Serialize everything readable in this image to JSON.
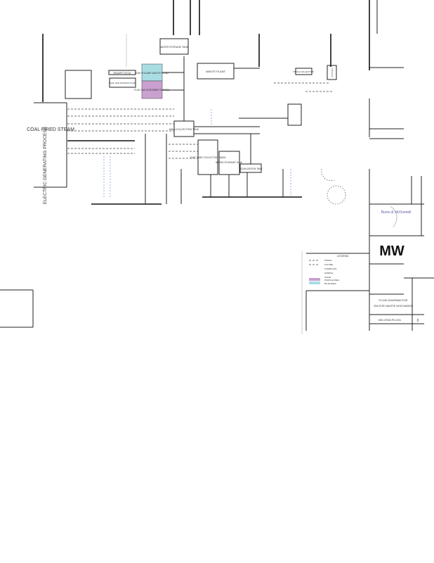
{
  "diagram": {
    "boxes": {
      "coal_fired_steam": "COAL FIRED STEAM",
      "electric_generating": "ELECTRIC GENERATING PROCESS",
      "low_volume_pond": "LOW VOLUME WASTE POND",
      "scrubber": "FLUE GAS SCRUBBER SYSTEM",
      "main_collection": "MAIN COLLECTION TANK",
      "waste_plant": "WASTE PLANT",
      "storage_tank": "WATER STORAGE TANK",
      "east_yard": "EAST YARD COLLECTION BASIN",
      "storage_tank2": "WATER STORAGE TANK",
      "equalization": "EQUALIZATION TANK",
      "trash": "TRASH COLLECTION",
      "outfall": "OUTFALL",
      "runoff": "RUNOFF DITCH",
      "coal_pile": "COAL PILE RUNOFF POND"
    },
    "title_block": {
      "firm": "Burns & McDonnell",
      "code": "MW",
      "title": "FLOW DIAGRAM FOR",
      "subtitle": "ON-SITE WASTE DISCHARGE",
      "drawing_no": "WD-OSW-FD-001",
      "rev": "0"
    },
    "legend": {
      "title": "LEGEND",
      "items": [
        "PIPING",
        "FUTURE",
        "OVERFLOW",
        "SAMPLE",
        "VALVE",
        "PURPLE AREA",
        "BLUE AREA"
      ],
      "colors": {
        "purple": "#c9a0cf",
        "blue": "#a9dde4"
      }
    }
  }
}
